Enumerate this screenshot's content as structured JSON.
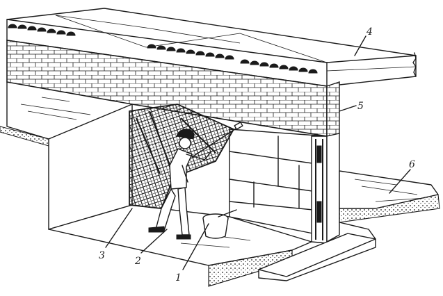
{
  "callouts": [
    {
      "id": "1",
      "label": "1"
    },
    {
      "id": "2",
      "label": "2"
    },
    {
      "id": "3",
      "label": "3"
    },
    {
      "id": "4",
      "label": "4"
    },
    {
      "id": "5",
      "label": "5"
    },
    {
      "id": "6",
      "label": "6"
    }
  ],
  "style": {
    "ink": "#1a1a1a",
    "paper": "#ffffff"
  }
}
